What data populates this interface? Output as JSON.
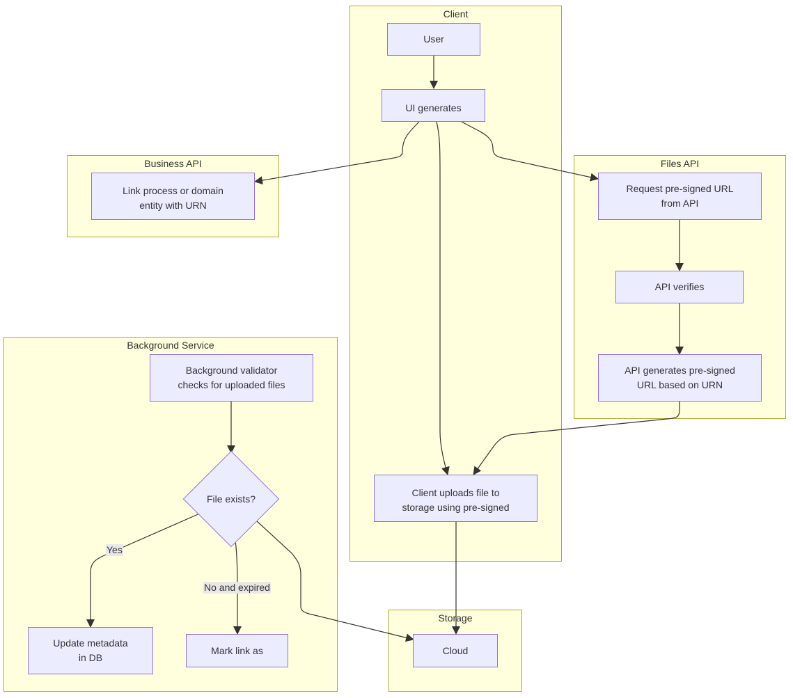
{
  "clusters": {
    "client": "Client",
    "business_api": "Business API",
    "files_api": "Files API",
    "background_service": "Background Service",
    "storage": "Storage"
  },
  "nodes": {
    "user": "User",
    "ui_generates": "UI generates",
    "link_process": [
      "Link process or domain",
      "entity with URN"
    ],
    "request_url": [
      "Request pre-signed URL",
      "from API"
    ],
    "api_verifies": "API verifies",
    "api_generates": [
      "API generates pre-signed",
      "URL based on URN"
    ],
    "client_uploads": [
      "Client uploads file to",
      "storage using pre-signed"
    ],
    "background_validator": [
      "Background validator",
      "checks for uploaded files"
    ],
    "file_exists": "File exists?",
    "update_metadata": [
      "Update metadata",
      "in DB"
    ],
    "mark_link": "Mark link as",
    "cloud": "Cloud"
  },
  "edge_labels": {
    "yes": "Yes",
    "no_and_expired": "No and expired"
  },
  "colors": {
    "cluster_fill": "#ffffde",
    "cluster_border": "#aaaa33",
    "node_fill": "#ececff",
    "node_border": "#9370db",
    "edge": "#333333",
    "edge_label_bg": "#e8e8e8"
  }
}
